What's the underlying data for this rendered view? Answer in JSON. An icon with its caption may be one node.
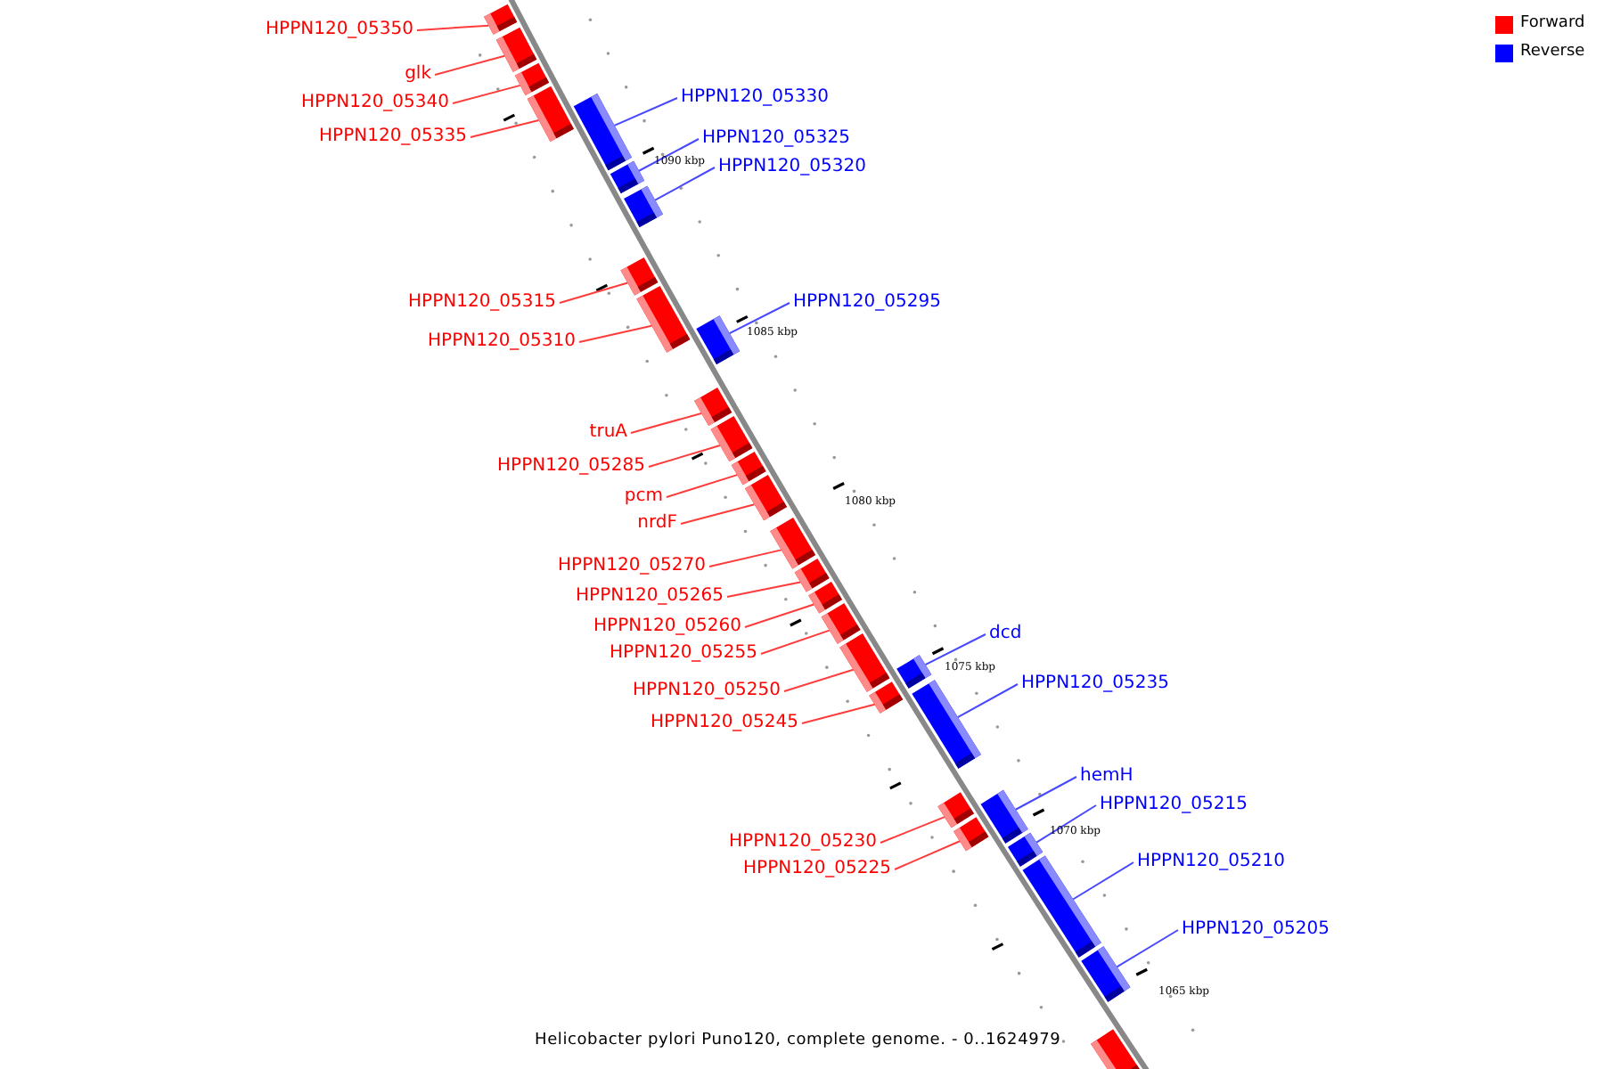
{
  "diagram": {
    "caption": "Helicobacter pylori Puno120, complete genome. - 0..1624979",
    "nodes": [
      {
        "text": [
          "HPPN120_05350"
        ]
      },
      {
        "text": [],
        "shape": "bar"
      },
      {
        "text": [
          "glk"
        ]
      },
      {
        "text": [],
        "shape": "bar"
      },
      {
        "text": [
          "HPPN120_05340"
        ]
      },
      {
        "text": [],
        "shape": "bar"
      },
      {
        "text": [
          "HPPN120_05335"
        ]
      },
      {
        "text": [],
        "shape": "bar"
      },
      {
        "text": [
          "HPPN120_05330"
        ]
      },
      {
        "text": [],
        "shape": "bar"
      },
      {
        "text": [
          "HPPN120_05325"
        ]
      },
      {
        "text": [],
        "shape": "bar"
      },
      {
        "text": [
          "HPPN120_05320"
        ]
      },
      {
        "text": [],
        "shape": "bar"
      },
      {
        "text": [
          "HPPN120_05315"
        ]
      },
      {
        "text": [],
        "shape": "bar"
      },
      {
        "text": [
          "HPPN120_05310"
        ]
      },
      {
        "text": [],
        "shape": "bar"
      },
      {
        "text": [
          "HPPN120_05295"
        ]
      },
      {
        "text": [],
        "shape": "bar"
      },
      {
        "text": [
          "truA"
        ]
      },
      {
        "text": [],
        "shape": "bar"
      },
      {
        "text": [
          "HPPN120_05285"
        ]
      },
      {
        "text": [],
        "shape": "bar"
      },
      {
        "text": [
          "pcm"
        ]
      },
      {
        "text": [],
        "shape": "bar"
      },
      {
        "text": [
          "nrdF"
        ]
      },
      {
        "text": [],
        "shape": "bar"
      },
      {
        "text": [
          "HPPN120_05270"
        ]
      },
      {
        "text": [],
        "shape": "bar"
      },
      {
        "text": [
          "HPPN120_05265"
        ]
      },
      {
        "text": [],
        "shape": "bar"
      },
      {
        "text": [
          "HPPN120_05260"
        ]
      },
      {
        "text": [],
        "shape": "bar"
      },
      {
        "text": [
          "HPPN120_05255"
        ]
      },
      {
        "text": [],
        "shape": "bar"
      },
      {
        "text": [
          "HPPN120_05250"
        ]
      },
      {
        "text": [],
        "shape": "bar"
      },
      {
        "text": [
          "HPPN120_05245"
        ]
      },
      {
        "text": [],
        "shape": "bar"
      },
      {
        "text": [
          "dcd"
        ]
      },
      {
        "text": [],
        "shape": "bar"
      },
      {
        "text": [
          "HPPN120_05235"
        ]
      },
      {
        "text": [],
        "shape": "bar"
      },
      {
        "text": [
          "HPPN120_05230"
        ]
      },
      {
        "text": [],
        "shape": "bar"
      },
      {
        "text": [
          "HPPN120_05225"
        ]
      },
      {
        "text": [],
        "shape": "bar"
      },
      {
        "text": [
          "hemH"
        ]
      },
      {
        "text": [],
        "shape": "bar"
      },
      {
        "text": [
          "HPPN120_05215"
        ]
      },
      {
        "text": [],
        "shape": "bar"
      },
      {
        "text": [
          "HPPN120_05210"
        ]
      },
      {
        "text": [],
        "shape": "bar"
      },
      {
        "text": [
          "HPPN120_05205"
        ]
      },
      {
        "text": [],
        "shape": "bar"
      },
      {
        "text": [],
        "shape": "bar"
      }
    ],
    "edges": [
      {
        "from": 0,
        "to": 1,
        "arrow": "none"
      },
      {
        "from": 2,
        "to": 3,
        "arrow": "none"
      },
      {
        "from": 4,
        "to": 5,
        "arrow": "none"
      },
      {
        "from": 6,
        "to": 7,
        "arrow": "none"
      },
      {
        "from": 8,
        "to": 9,
        "arrow": "none",
        "color": "#4848ff"
      },
      {
        "from": 10,
        "to": 11,
        "arrow": "none",
        "color": "#4848ff"
      },
      {
        "from": 12,
        "to": 13,
        "arrow": "none",
        "color": "#4848ff"
      },
      {
        "from": 14,
        "to": 15,
        "arrow": "none"
      },
      {
        "from": 16,
        "to": 17,
        "arrow": "none"
      },
      {
        "from": 18,
        "to": 19,
        "arrow": "none",
        "color": "#4848ff"
      },
      {
        "from": 20,
        "to": 21,
        "arrow": "none"
      },
      {
        "from": 22,
        "to": 23,
        "arrow": "none"
      },
      {
        "from": 24,
        "to": 25,
        "arrow": "none"
      },
      {
        "from": 26,
        "to": 27,
        "arrow": "none"
      },
      {
        "from": 28,
        "to": 29,
        "arrow": "none"
      },
      {
        "from": 30,
        "to": 31,
        "arrow": "none"
      },
      {
        "from": 32,
        "to": 33,
        "arrow": "none"
      },
      {
        "from": 34,
        "to": 35,
        "arrow": "none"
      },
      {
        "from": 36,
        "to": 37,
        "arrow": "none"
      },
      {
        "from": 38,
        "to": 39,
        "arrow": "none"
      },
      {
        "from": 40,
        "to": 41,
        "arrow": "none",
        "color": "#4848ff"
      },
      {
        "from": 42,
        "to": 43,
        "arrow": "none",
        "color": "#4848ff"
      },
      {
        "from": 44,
        "to": 45,
        "arrow": "none"
      },
      {
        "from": 46,
        "to": 47,
        "arrow": "none"
      },
      {
        "from": 48,
        "to": 49,
        "arrow": "none",
        "color": "#4848ff"
      },
      {
        "from": 50,
        "to": 51,
        "arrow": "none",
        "color": "#4848ff"
      },
      {
        "from": 52,
        "to": 53,
        "arrow": "none",
        "color": "#4848ff"
      },
      {
        "from": 54,
        "to": 55,
        "arrow": "none",
        "color": "#4848ff"
      }
    ],
    "labels": [
      "1090 kbp",
      "1085 kbp",
      "1080 kbp",
      "1075 kbp",
      "1070 kbp",
      "1065 kbp"
    ],
    "legend": [
      {
        "text": "Forward",
        "color": "#ff0000"
      },
      {
        "text": "Reverse",
        "color": "#0000ff"
      }
    ]
  }
}
